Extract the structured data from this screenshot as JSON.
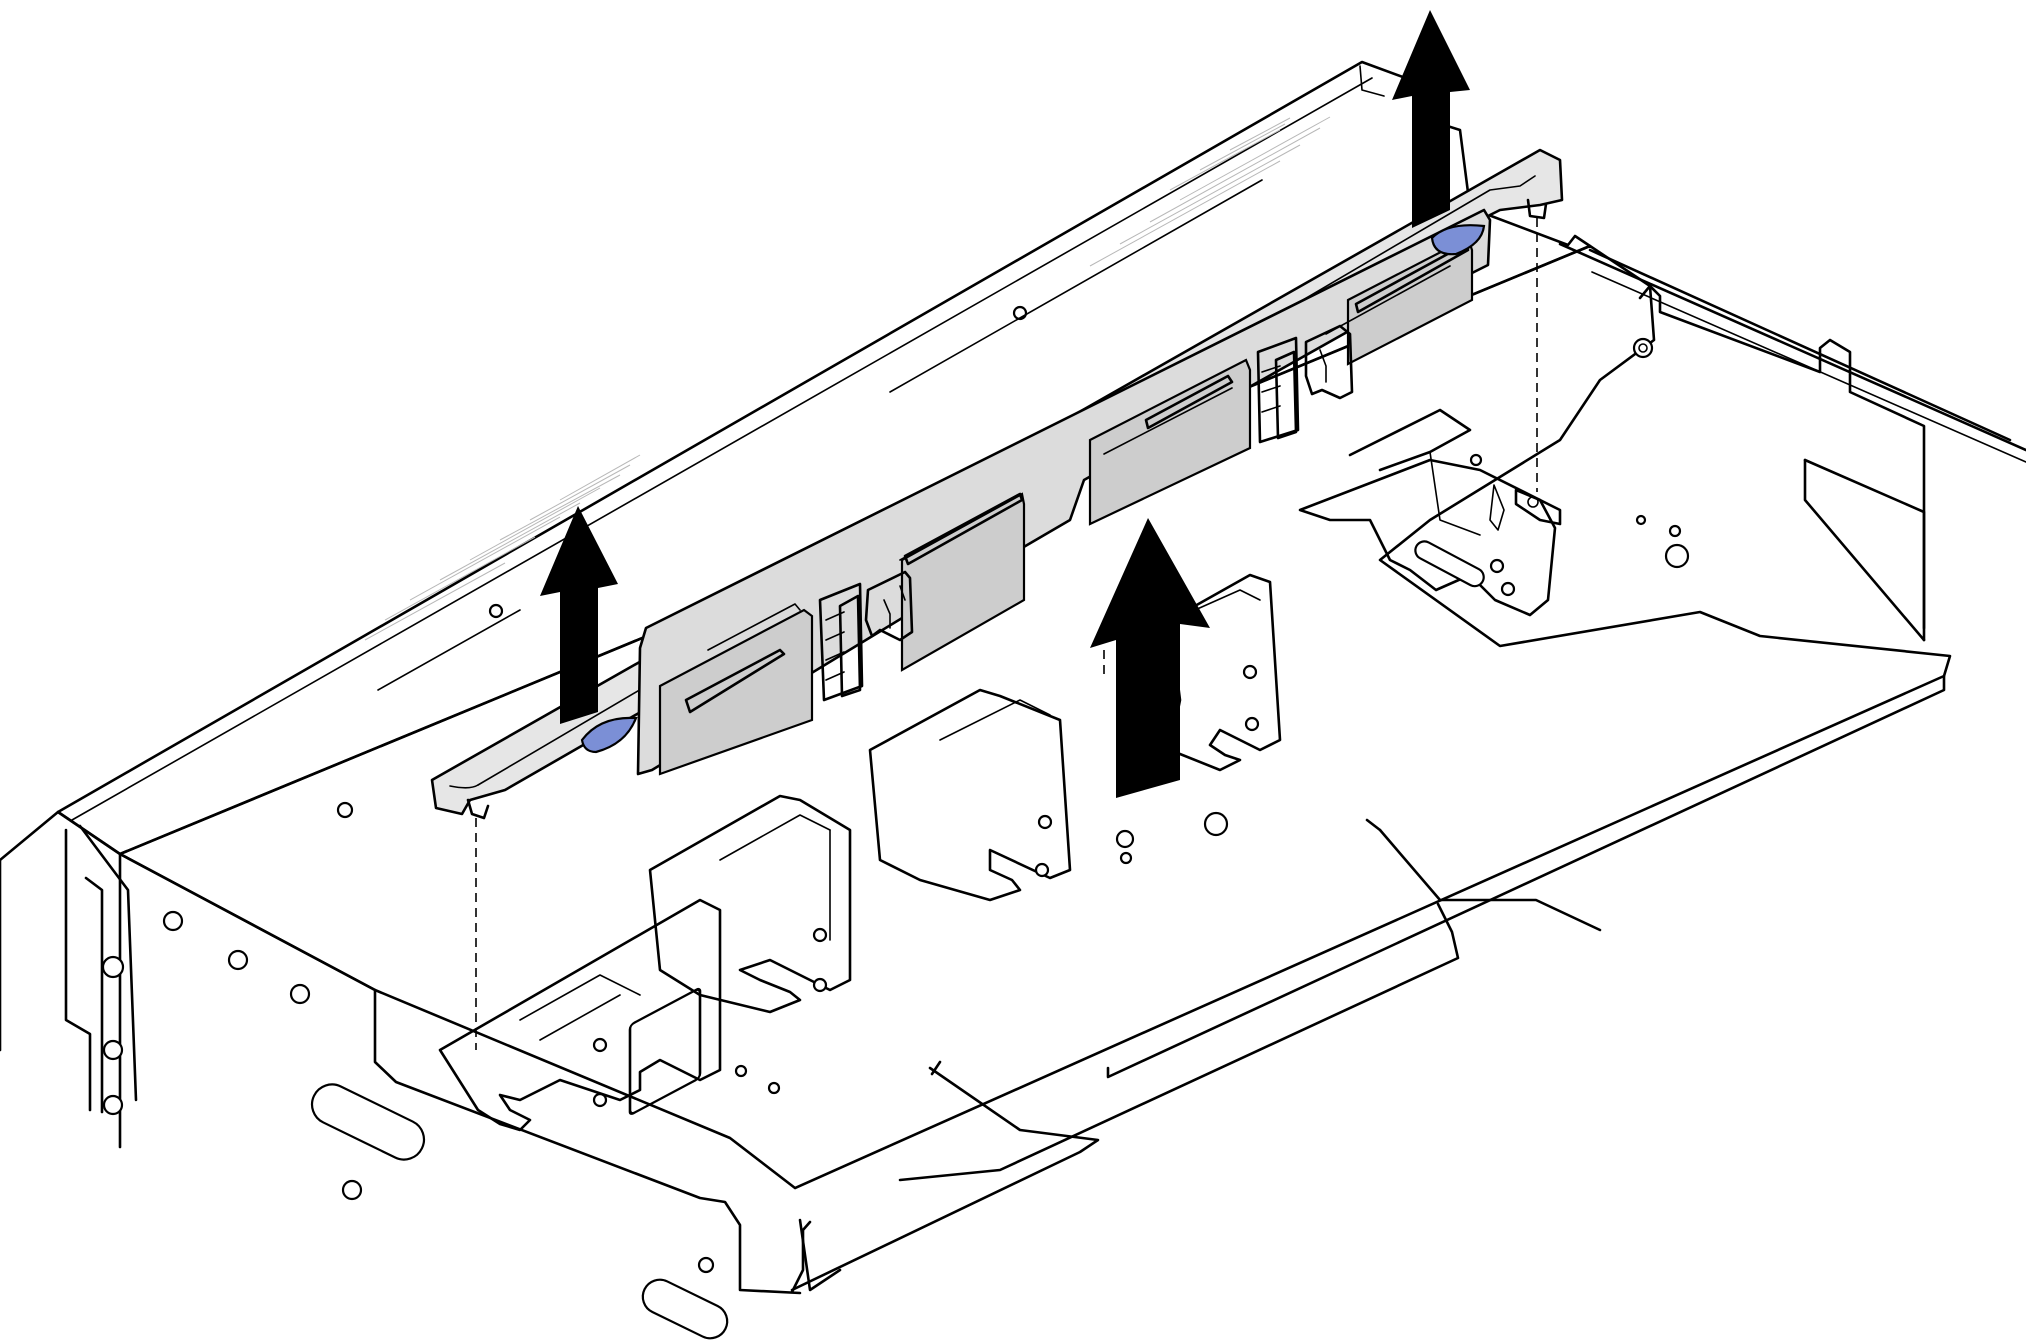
{
  "colors": {
    "background": "#ffffff",
    "line": "#000000",
    "backplane_fill": "#d9d9d9",
    "backplane_panel": "#cfcfcf",
    "touch_point": "#7b8fd6",
    "arrow": "#000000"
  },
  "arrows": [
    {
      "name": "lift-arrow-left",
      "direction": "up"
    },
    {
      "name": "lift-arrow-center",
      "direction": "up"
    },
    {
      "name": "lift-arrow-right",
      "direction": "up"
    }
  ],
  "icons": [
    "up-arrow-icon",
    "touch-point-icon",
    "guide-pin-icon"
  ]
}
